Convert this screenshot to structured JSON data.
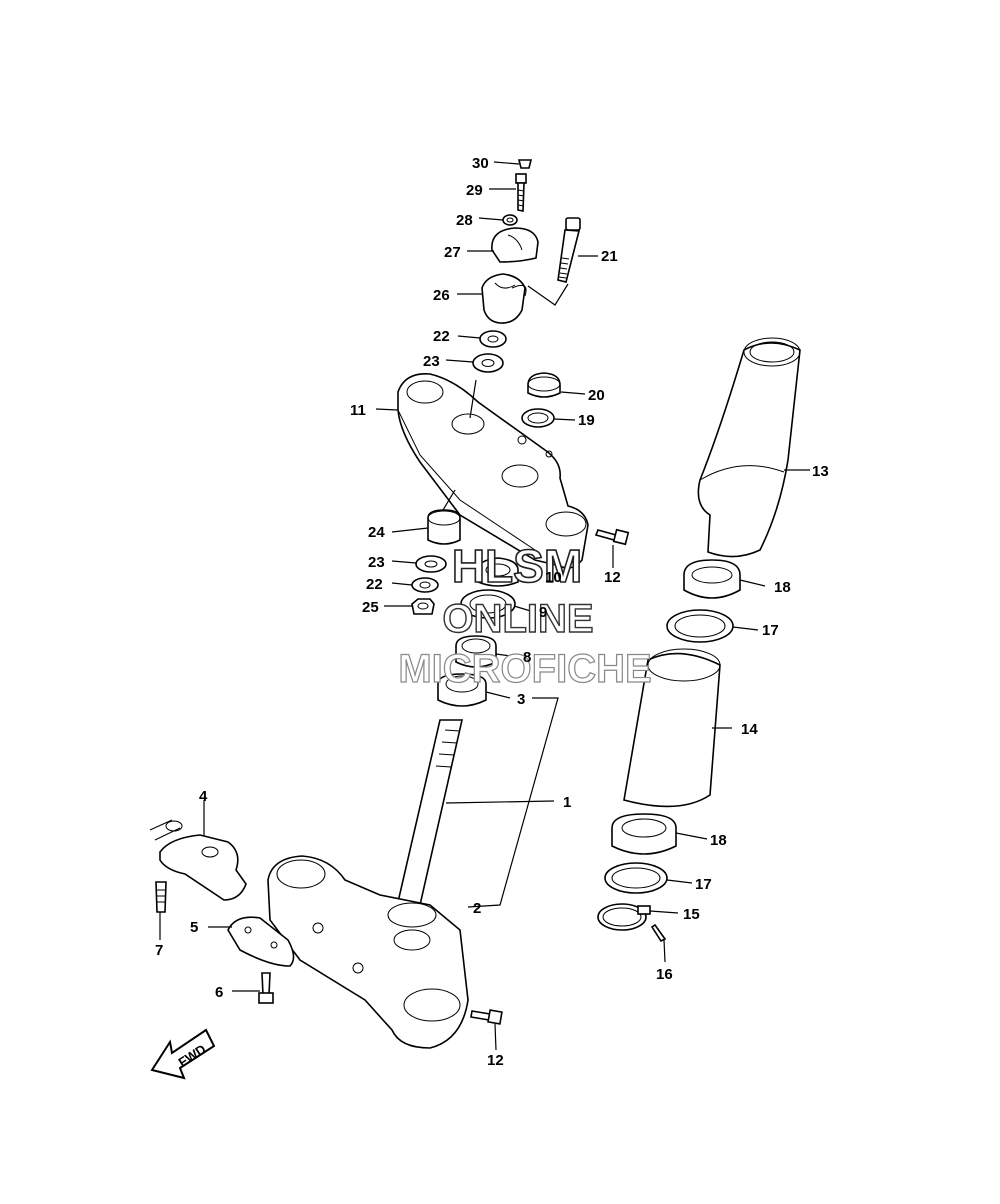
{
  "callouts": [
    "30",
    "29",
    "28",
    "27",
    "26",
    "21",
    "22",
    "23",
    "20",
    "19",
    "11",
    "13",
    "24",
    "23",
    "12",
    "10",
    "22",
    "18",
    "25",
    "9",
    "17",
    "8",
    "3",
    "14",
    "1",
    "4",
    "18",
    "17",
    "2",
    "15",
    "7",
    "5",
    "16",
    "6",
    "12"
  ],
  "watermark": {
    "line1": "HLSM",
    "line2": "ONLINE",
    "line3": "MICROFICHE"
  },
  "fwd_label": "FWD"
}
